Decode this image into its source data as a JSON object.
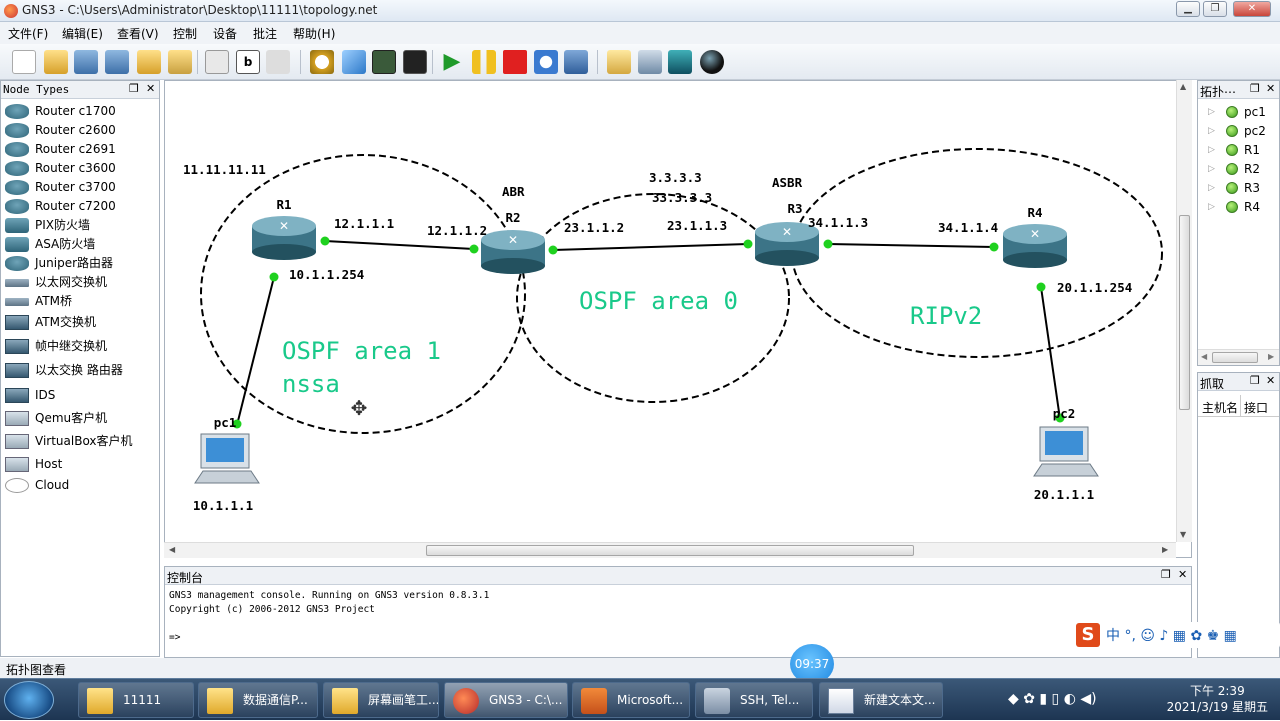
{
  "window": {
    "title": "GNS3 - C:\\Users\\Administrator\\Desktop\\11111\\topology.net"
  },
  "menu": [
    "文件(F)",
    "编辑(E)",
    "查看(V)",
    "控制",
    "设备",
    "批注",
    "帮助(H)"
  ],
  "node_types": {
    "title": "Node Types",
    "items": [
      {
        "label": "Router c1700",
        "icon": "router-icon"
      },
      {
        "label": "Router c2600",
        "icon": "router-icon"
      },
      {
        "label": "Router c2691",
        "icon": "router-icon"
      },
      {
        "label": "Router c3600",
        "icon": "router-icon"
      },
      {
        "label": "Router c3700",
        "icon": "router-icon"
      },
      {
        "label": "Router c7200",
        "icon": "router-icon"
      },
      {
        "label": "PIX防火墙",
        "icon": "firewall-icon"
      },
      {
        "label": "ASA防火墙",
        "icon": "firewall-icon"
      },
      {
        "label": "Juniper路由器",
        "icon": "router-icon"
      },
      {
        "label": "以太网交换机",
        "icon": "switch-icon"
      },
      {
        "label": "ATM桥",
        "icon": "switch-icon"
      },
      {
        "label": "ATM交换机",
        "icon": "atm-switch-icon"
      },
      {
        "label": "帧中继交换机",
        "icon": "frame-relay-icon"
      },
      {
        "label": "以太交换 路由器",
        "icon": "ether-router-icon"
      },
      {
        "label": "IDS",
        "icon": "ids-icon"
      },
      {
        "label": "Qemu客户机",
        "icon": "pc-icon"
      },
      {
        "label": "VirtualBox客户机",
        "icon": "pc-icon"
      },
      {
        "label": "Host",
        "icon": "pc-icon"
      },
      {
        "label": "Cloud",
        "icon": "cloud-icon"
      }
    ]
  },
  "topology": {
    "routers": [
      {
        "name": "R1"
      },
      {
        "name": "R2"
      },
      {
        "name": "R3"
      },
      {
        "name": "R4"
      }
    ],
    "hosts": [
      {
        "name": "pc1",
        "ip": "10.1.1.1"
      },
      {
        "name": "pc2",
        "ip": "20.1.1.1"
      }
    ],
    "labels": {
      "r1_loopback": "11.11.11.11",
      "abr": "ABR",
      "asbr": "ASBR",
      "r3_loop1": "3.3.3.3",
      "r3_loop2": "33.3.3.3",
      "r1_r2_a": "12.1.1.1",
      "r1_r2_b": "12.1.1.2",
      "r2_r3_a": "23.1.1.2",
      "r2_r3_b": "23.1.1.3",
      "r3_r4_a": "34.1.1.3",
      "r3_r4_b": "34.1.1.4",
      "r1_pc1": "10.1.1.254",
      "r4_pc2": "20.1.1.254",
      "area1_line1": "OSPF area 1",
      "area1_line2": "nssa",
      "area0": "OSPF area 0",
      "rip": "RIPv2"
    }
  },
  "console": {
    "title": "控制台",
    "lines": [
      "GNS3 management console. Running on GNS3 version 0.8.3.1",
      "Copyright (c) 2006-2012 GNS3 Project",
      "",
      "=>"
    ]
  },
  "topology_summary": {
    "title": "拓扑⋯",
    "items": [
      "pc1",
      "pc2",
      "R1",
      "R2",
      "R3",
      "R4"
    ]
  },
  "capture": {
    "title": "抓取",
    "col1": "主机名",
    "col2": "接口"
  },
  "status": "拓扑图查看",
  "bubble_time": "09:37",
  "taskbar": [
    {
      "label": "11111",
      "icon": "folder-icon"
    },
    {
      "label": "数据通信P...",
      "icon": "folder-icon"
    },
    {
      "label": "屏幕画笔工...",
      "icon": "folder-icon"
    },
    {
      "label": "GNS3 - C:\\...",
      "icon": "gns3-icon"
    },
    {
      "label": "Microsoft...",
      "icon": "office-icon"
    },
    {
      "label": "SSH, Tel...",
      "icon": "ssh-icon"
    },
    {
      "label": "新建文本文...",
      "icon": "text-file-icon"
    }
  ],
  "clock": {
    "time": "下午 2:39",
    "date": "2021/3/19 星期五"
  },
  "colors": {
    "area_text": "#19c98a",
    "link_dot": "#1fd11f"
  }
}
